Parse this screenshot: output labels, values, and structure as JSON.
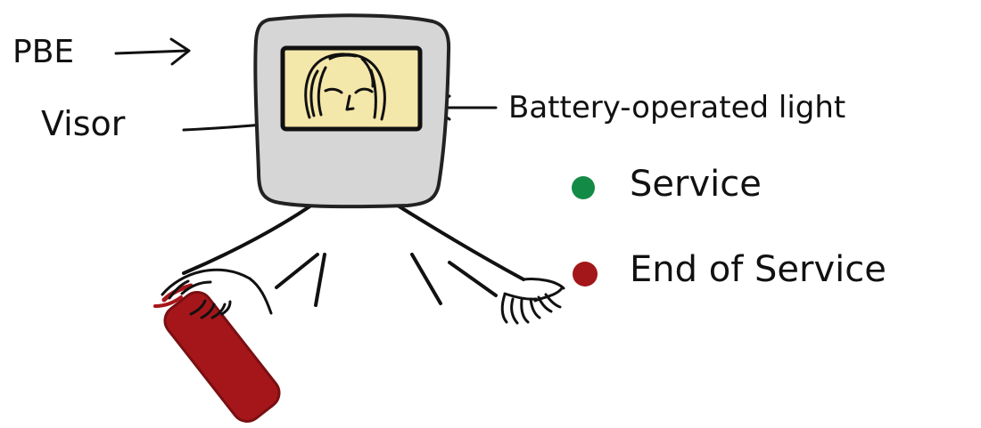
{
  "labels": {
    "pbe": "PBE",
    "visor": "Visor",
    "battery_light": "Battery-operated light"
  },
  "legend": [
    {
      "text": "Service",
      "color": "#138A45"
    },
    {
      "text": "End of Service",
      "color": "#A3161A"
    }
  ],
  "colors": {
    "hood": "#D6D6D6",
    "visor": "#F4E7AA",
    "extinguisher": "#A5161A",
    "line": "#111111"
  }
}
